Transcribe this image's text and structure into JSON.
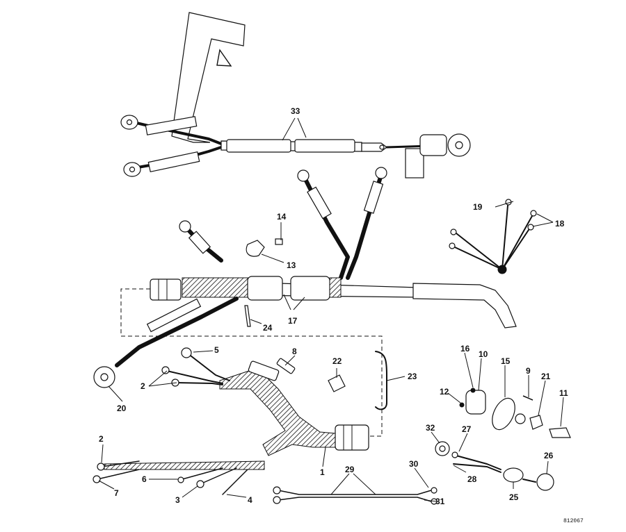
{
  "drawing_code": "812067",
  "callouts": {
    "c1": "1",
    "c2a": "2",
    "c2b": "2",
    "c3": "3",
    "c4": "4",
    "c5": "5",
    "c6": "6",
    "c7": "7",
    "c8": "8",
    "c9": "9",
    "c10": "10",
    "c11": "11",
    "c12": "12",
    "c13": "13",
    "c14": "14",
    "c15": "15",
    "c16": "16",
    "c17": "17",
    "c18": "18",
    "c19": "19",
    "c20": "20",
    "c21": "21",
    "c22": "22",
    "c23": "23",
    "c24": "24",
    "c25": "25",
    "c26": "26",
    "c27": "27",
    "c28": "28",
    "c29": "29",
    "c30": "30",
    "c31": "31",
    "c32": "32",
    "c33": "33"
  }
}
